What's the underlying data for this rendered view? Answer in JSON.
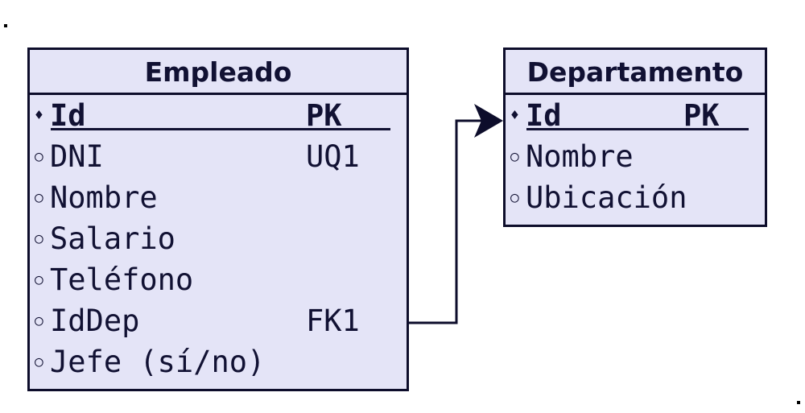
{
  "entities": {
    "empleado": {
      "title": "Empleado",
      "attributes": [
        {
          "marker": "♦",
          "name": "Id",
          "key": "PK"
        },
        {
          "marker": "○",
          "name": "DNI",
          "key": "UQ1"
        },
        {
          "marker": "○",
          "name": "Nombre",
          "key": ""
        },
        {
          "marker": "○",
          "name": "Salario",
          "key": ""
        },
        {
          "marker": "○",
          "name": "Teléfono",
          "key": ""
        },
        {
          "marker": "○",
          "name": "IdDep",
          "key": "FK1"
        },
        {
          "marker": "○",
          "name": "Jefe (sí/no)",
          "key": ""
        }
      ]
    },
    "departamento": {
      "title": "Departamento",
      "attributes": [
        {
          "marker": "♦",
          "name": "Id",
          "key": "PK"
        },
        {
          "marker": "○",
          "name": "Nombre",
          "key": ""
        },
        {
          "marker": "○",
          "name": "Ubicación",
          "key": ""
        }
      ]
    }
  },
  "colors": {
    "entity_fill": "#e4e4f7",
    "border": "#0d0d2b",
    "text": "#111133"
  }
}
